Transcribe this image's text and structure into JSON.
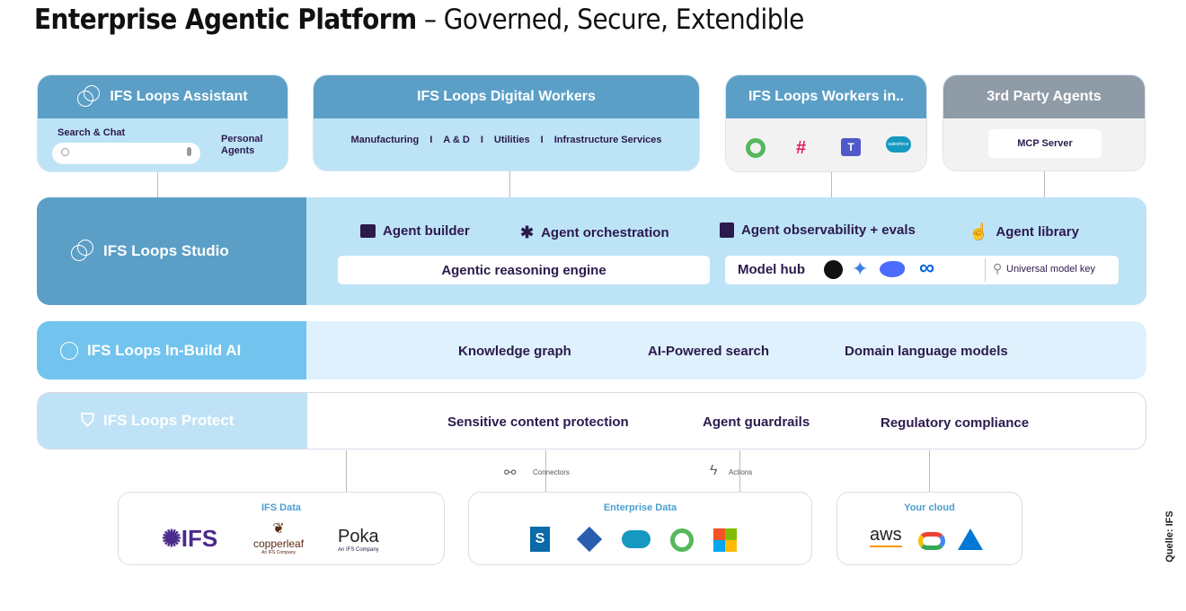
{
  "title": {
    "bold": "Enterprise Agentic Platform",
    "rest": " – Governed, Secure, Extendible"
  },
  "top": {
    "assistant": {
      "title": "IFS Loops Assistant",
      "search_label": "Search & Chat",
      "search_placeholder": "",
      "personal_agents": "Personal Agents"
    },
    "digital_workers": {
      "title": "IFS Loops  Digital Workers",
      "items": [
        "Manufacturing",
        "A & D",
        "Utilities",
        "Infrastructure Services"
      ],
      "separator": "I"
    },
    "workers_in": {
      "title": "IFS Loops Workers in..",
      "apps": [
        "qlik-icon",
        "slack-icon",
        "teams-icon",
        "salesforce-icon"
      ],
      "salesforce_text": "salesforce"
    },
    "third_party": {
      "title": "3rd Party Agents",
      "mcp": "MCP Server"
    }
  },
  "studio": {
    "title": "IFS Loops Studio",
    "items": [
      "Agent builder",
      "Agent orchestration",
      "Agent observability + evals",
      "Agent library"
    ],
    "reasoning": "Agentic reasoning engine",
    "model_hub": "Model hub",
    "models": [
      "openai-icon",
      "gemini-icon",
      "deepseek-icon",
      "meta-icon"
    ],
    "key": "Universal model key"
  },
  "inbuild": {
    "title": "IFS Loops In-Build AI",
    "items": [
      "Knowledge graph",
      "AI-Powered search",
      "Domain language models"
    ]
  },
  "protect": {
    "title": "IFS Loops Protect",
    "items": [
      "Sensitive content protection",
      "Agent guardrails",
      "Regulatory compliance"
    ]
  },
  "links": {
    "connectors": "Connectors",
    "actions": "Actions"
  },
  "bottom": {
    "ifs_data": {
      "title": "IFS Data",
      "logos": {
        "ifs": "IFS",
        "copperleaf": "copperleaf",
        "copperleaf_sub": "An IFS Company",
        "poka": "Poka",
        "poka_sub": "An IFS Company"
      }
    },
    "enterprise": {
      "title": "Enterprise Data",
      "logos": [
        "sharepoint-icon",
        "jira-icon",
        "salesforce-icon",
        "qlik-icon",
        "microsoft-icon"
      ]
    },
    "cloud": {
      "title": "Your cloud",
      "logos": {
        "aws": "aws"
      }
    }
  },
  "source": "Quelle: IFS",
  "colors": {
    "header_blue": "#5b9fc7",
    "light_blue": "#bde3f7",
    "text": "#2b1a4c",
    "accent_title": "#4a9fd0"
  }
}
